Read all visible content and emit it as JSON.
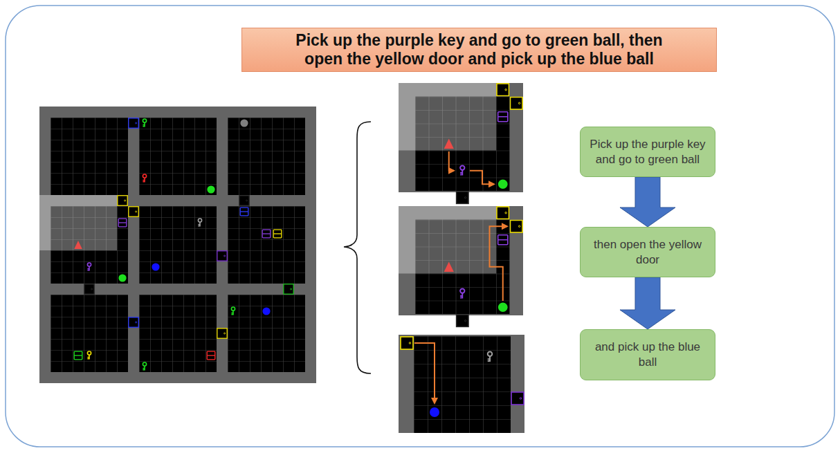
{
  "diagram": {
    "title": "Pick up the purple key and go to green ball, then open the yellow door and pick up the blue ball",
    "nodes": [
      {
        "text": [
          "Pick up the purple key and go to green ball"
        ]
      },
      {
        "text": [
          "then open the yellow door"
        ]
      },
      {
        "text": [
          "and pick up the blue ball"
        ]
      }
    ],
    "edges": [
      {
        "from": 0,
        "to": 1,
        "arrow": "to"
      },
      {
        "from": 1,
        "to": 2,
        "arrow": "to"
      }
    ]
  }
}
